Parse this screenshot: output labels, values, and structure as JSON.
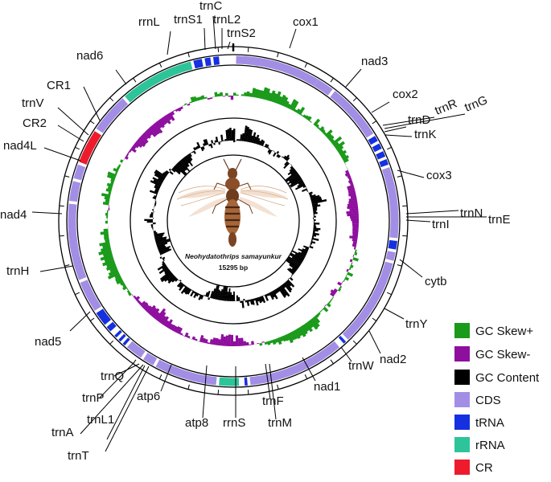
{
  "colors": {
    "gc_skew_pos": "#1a9a1a",
    "gc_skew_neg": "#8e0f9e",
    "gc_content": "#000000",
    "cds": "#a38ee6",
    "trna": "#1530e0",
    "rrna": "#2ec49a",
    "cr": "#ee1b2c"
  },
  "species": "Neohydatothrips samayunkur",
  "genome_size": "15295 bp",
  "legend": [
    {
      "label": "GC Skew+",
      "color": "#1a9a1a"
    },
    {
      "label": "GC Skew-",
      "color": "#8e0f9e"
    },
    {
      "label": "GC Content",
      "color": "#000000"
    },
    {
      "label": "CDS",
      "color": "#a38ee6"
    },
    {
      "label": "tRNA",
      "color": "#1530e0"
    },
    {
      "label": "rRNA",
      "color": "#2ec49a"
    },
    {
      "label": "CR",
      "color": "#ee1b2c"
    }
  ],
  "labels": [
    "cox1",
    "nad3",
    "cox2",
    "trnR",
    "trnG",
    "trnD",
    "trnK",
    "cox3",
    "trnN",
    "trnE",
    "trnI",
    "cytb",
    "trnY",
    "nad2",
    "trnW",
    "nad1",
    "trnF",
    "trnM",
    "rrnS",
    "atp8",
    "atp6",
    "trnQ",
    "trnP",
    "trnL1",
    "trnA",
    "trnT",
    "nad5",
    "trnH",
    "nad4",
    "nad4L",
    "CR2",
    "trnV",
    "CR1",
    "nad6",
    "rrnL",
    "trnS1",
    "trnC",
    "trnL2",
    "trnS2"
  ]
}
